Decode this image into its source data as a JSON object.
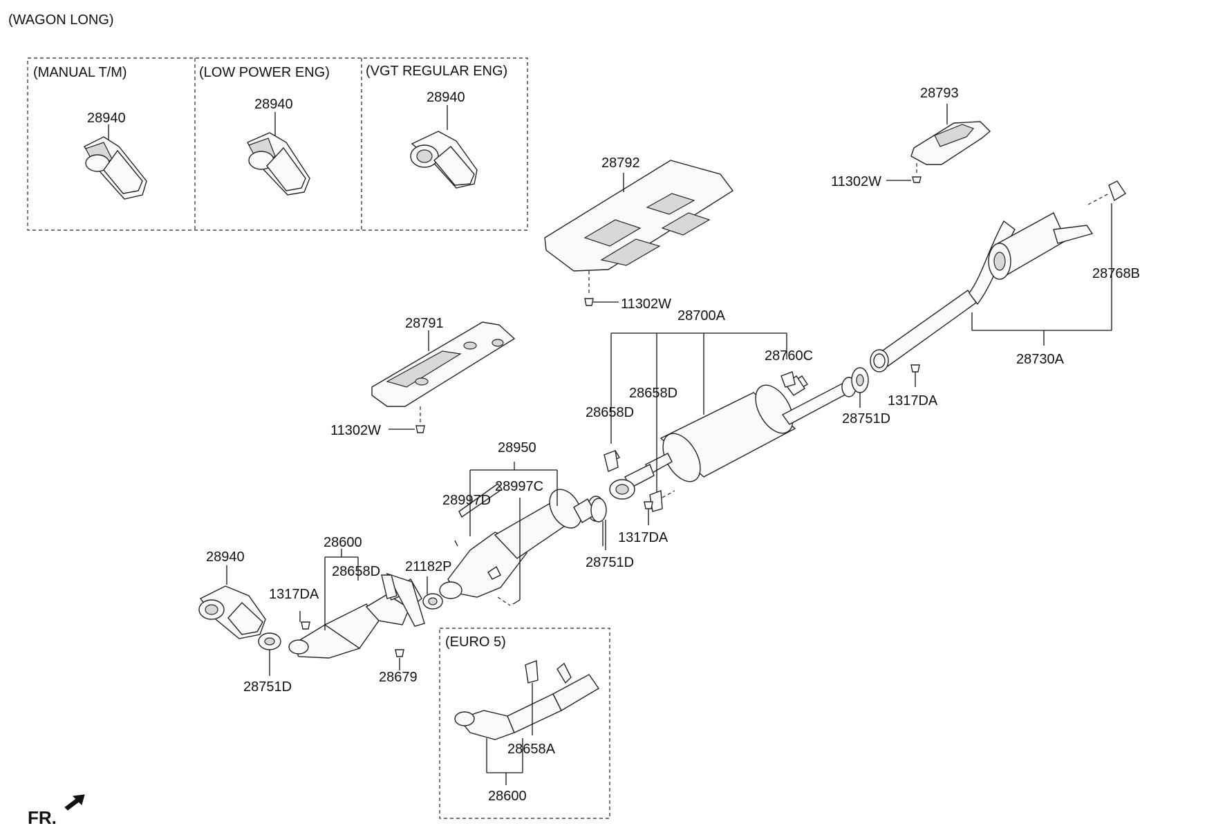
{
  "title": "(WAGON LONG)",
  "fr_label": "FR.",
  "variant_boxes": [
    {
      "label": "(MANUAL T/M)",
      "part": "28940"
    },
    {
      "label": "(LOW POWER  ENG)",
      "part": "28940"
    },
    {
      "label": "(VGT REGULAR ENG)",
      "part": "28940"
    }
  ],
  "euro_box": {
    "label": "(EURO 5)",
    "parts": [
      "28658A",
      "28600"
    ]
  },
  "parts": {
    "p28793": "28793",
    "p11302W_a": "11302W",
    "p28792": "28792",
    "p11302W_b": "11302W",
    "p28700A": "28700A",
    "p28768B": "28768B",
    "p28730A": "28730A",
    "p28791": "28791",
    "p11302W_c": "11302W",
    "p28760C": "28760C",
    "p28658D_a": "28658D",
    "p28658D_b": "28658D",
    "p1317DA_a": "1317DA",
    "p28751D_a": "28751D",
    "p28950": "28950",
    "p28997C": "28997C",
    "p28997D": "28997D",
    "p1317DA_b": "1317DA",
    "p28751D_b": "28751D",
    "p28600": "28600",
    "p28940": "28940",
    "p28658D_c": "28658D",
    "p21182P": "21182P",
    "p1317DA_c": "1317DA",
    "p28751D_c": "28751D",
    "p28679": "28679"
  }
}
